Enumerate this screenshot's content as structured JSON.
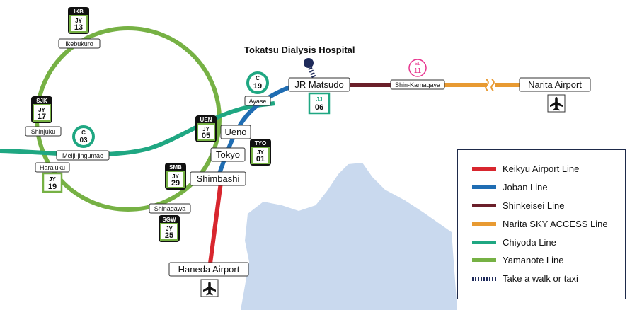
{
  "hospital": {
    "name": "Tokatsu Dialysis Hospital"
  },
  "stations": {
    "ikebukuro": {
      "code": "IKB",
      "line": "JY",
      "num": "13",
      "name": "Ikebukuro"
    },
    "shinjuku": {
      "code": "SJK",
      "line": "JY",
      "num": "17",
      "name": "Shinjuku"
    },
    "harajuku": {
      "line": "JY",
      "num": "19",
      "name": "Harajuku"
    },
    "meiji": {
      "line": "C",
      "num": "03",
      "name": "Meiji-jingumae"
    },
    "ueno": {
      "code": "UEN",
      "line": "JY",
      "num": "05",
      "name": "Ueno"
    },
    "tokyo": {
      "code": "TYO",
      "line": "JY",
      "num": "01",
      "name": "Tokyo"
    },
    "shimbashi": {
      "code": "SMB",
      "line": "JY",
      "num": "29",
      "name": "Shimbashi"
    },
    "shinagawa": {
      "code": "SGW",
      "line": "JY",
      "num": "25",
      "name": "Shinagawa"
    },
    "ayase": {
      "line": "C",
      "num": "19",
      "name": "Ayase"
    },
    "matsudo": {
      "line": "JJ",
      "num": "06",
      "name": "JR Matsudo"
    },
    "shinkamagaya": {
      "line": "SL",
      "num": "11",
      "name": "Shin-Kamagaya"
    },
    "narita": {
      "name": "Narita Airport"
    },
    "haneda": {
      "name": "Haneda Airport"
    }
  },
  "legend": [
    {
      "label": "Keikyu Airport Line",
      "color": "#d8262e"
    },
    {
      "label": "Joban Line",
      "color": "#1f6db3"
    },
    {
      "label": "Shinkeisei Line",
      "color": "#6b1f2a"
    },
    {
      "label": "Narita SKY ACCESS Line",
      "color": "#e89a32"
    },
    {
      "label": "Chiyoda Line",
      "color": "#1fa782"
    },
    {
      "label": "Yamanote Line",
      "color": "#76b144"
    },
    {
      "label": "Take a walk or taxi",
      "color": "#1e2a5a",
      "style": "dashed"
    }
  ],
  "icons": {
    "airport": "airplane-icon",
    "hospital": "hospital-pin-icon"
  },
  "colors": {
    "water": "#c9d9ee",
    "frame": "#1e2a4a"
  }
}
